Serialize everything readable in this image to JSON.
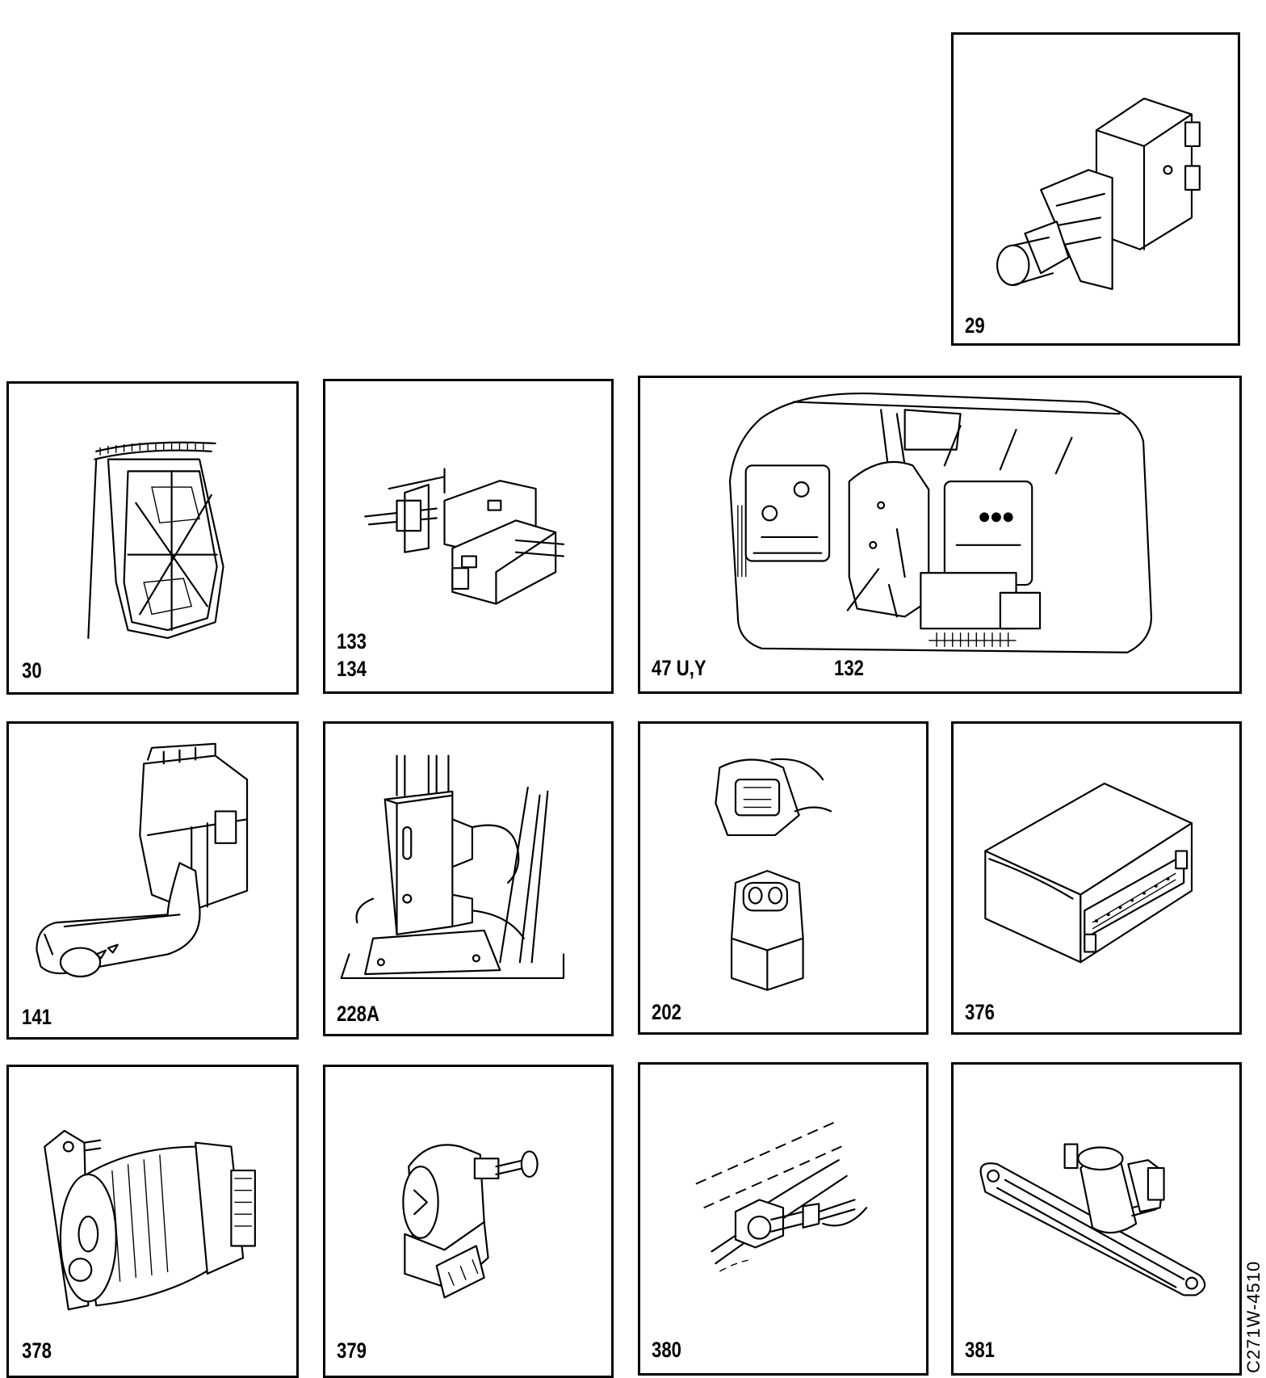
{
  "panels": {
    "p29": {
      "label": "29"
    },
    "p30": {
      "label": "30"
    },
    "p133": {
      "label_a": "133",
      "label_b": "134"
    },
    "p47": {
      "label": "47 U,Y",
      "callout": "132"
    },
    "p141": {
      "label": "141"
    },
    "p228": {
      "label": "228A"
    },
    "p202": {
      "label": "202"
    },
    "p376": {
      "label": "376"
    },
    "p378": {
      "label": "378"
    },
    "p379": {
      "label": "379"
    },
    "p380": {
      "label": "380"
    },
    "p381": {
      "label": "381"
    }
  },
  "reference": "C271W-4510"
}
